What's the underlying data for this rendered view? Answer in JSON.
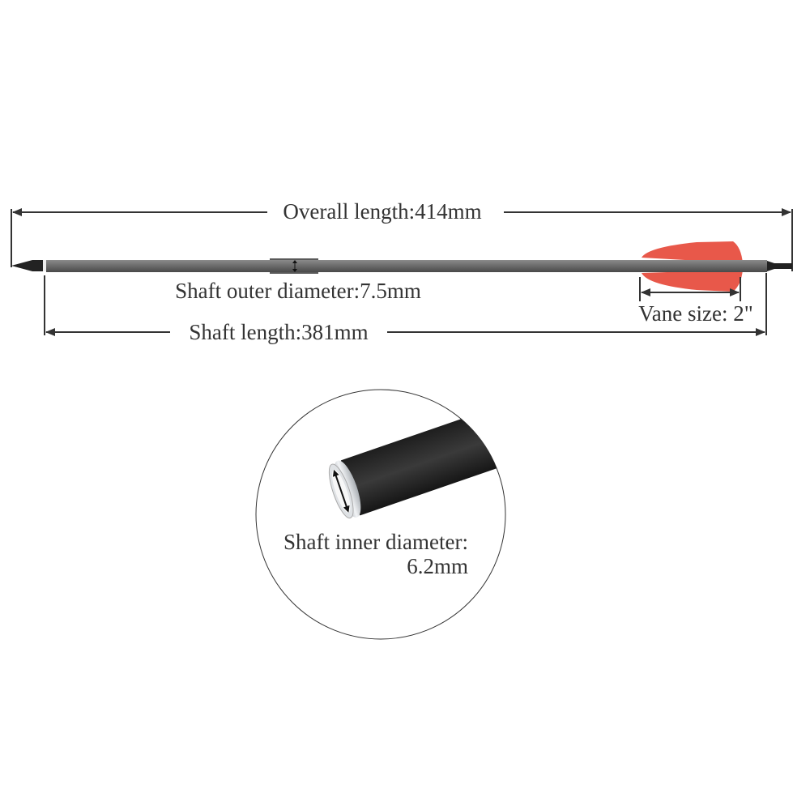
{
  "labels": {
    "overall_length": "Overall length:414mm",
    "shaft_outer_diameter": "Shaft outer diameter:7.5mm",
    "vane_size": "Vane size: 2\"",
    "shaft_length": "Shaft length:381mm",
    "shaft_inner_diameter_line1": "Shaft inner diameter:",
    "shaft_inner_diameter_line2": "6.2mm"
  },
  "colors": {
    "shaft": "#6e6e6e",
    "vane": "#e8584a",
    "dimension_line": "#333333",
    "tube": "#2a2a2a",
    "insert": "#c8ccd0"
  }
}
